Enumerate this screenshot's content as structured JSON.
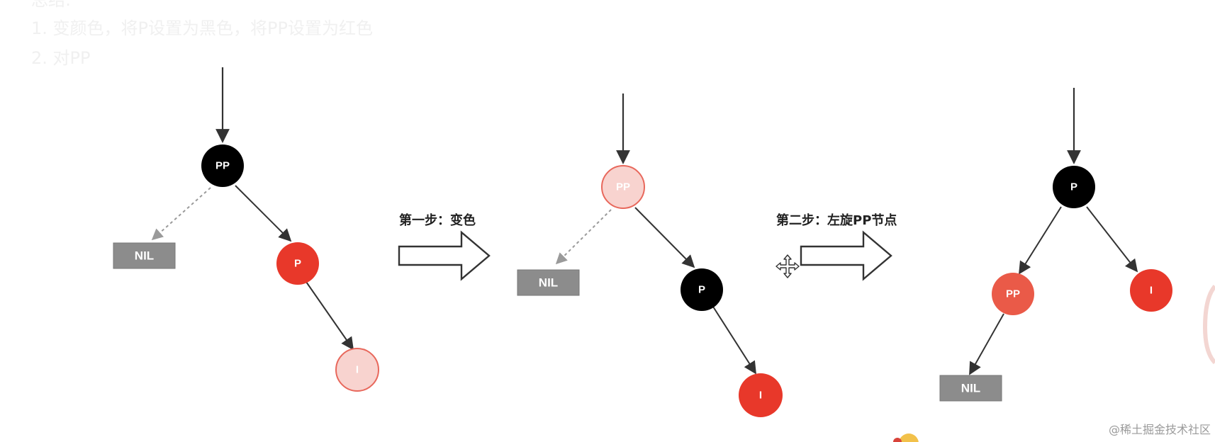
{
  "notes": {
    "line0": "总结:",
    "line1": "1. 变颜色，将P设置为黑色，将PP设置为红色",
    "line2": "2. 对PP"
  },
  "steps": {
    "step1": "第一步：变色",
    "step2": "第二步：左旋PP节点"
  },
  "watermark": "@稀土掘金技术社区",
  "colors": {
    "black_node": "#000000",
    "red_node": "#e8382a",
    "pale_red_node": "#f8d3cf",
    "salmon_node": "#ea5a48",
    "nil_box": "#8c8c8c",
    "edge": "#333333",
    "dashed_edge": "#9a9a9a"
  },
  "diagrams": [
    {
      "nodes": [
        {
          "id": "pp",
          "label": "PP",
          "color": "black"
        },
        {
          "id": "p",
          "label": "P",
          "color": "red"
        },
        {
          "id": "i",
          "label": "I",
          "color": "pale-red"
        },
        {
          "id": "nil",
          "label": "NIL",
          "color": "nil"
        }
      ]
    },
    {
      "nodes": [
        {
          "id": "pp",
          "label": "PP",
          "color": "pale-red"
        },
        {
          "id": "p",
          "label": "P",
          "color": "black"
        },
        {
          "id": "i",
          "label": "I",
          "color": "red"
        },
        {
          "id": "nil",
          "label": "NIL",
          "color": "nil"
        }
      ]
    },
    {
      "nodes": [
        {
          "id": "p",
          "label": "P",
          "color": "black"
        },
        {
          "id": "pp",
          "label": "PP",
          "color": "salmon"
        },
        {
          "id": "i",
          "label": "I",
          "color": "red"
        },
        {
          "id": "nil",
          "label": "NIL",
          "color": "nil"
        }
      ]
    }
  ]
}
